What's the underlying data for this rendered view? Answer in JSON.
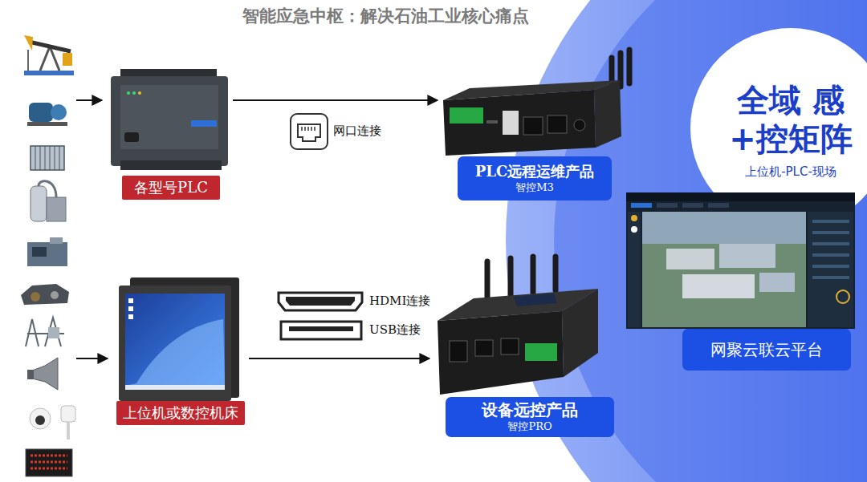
{
  "diagram": {
    "title": "智能应急中枢：解决石油工业核心痛点",
    "nodes": [
      {
        "text": [
          "各型号PLC"
        ]
      },
      {
        "text": [
          "PLC远程运维产品",
          "智控M3"
        ]
      },
      {
        "text": [
          "全域 感+控矩阵",
          "上位机-PLC-现场"
        ]
      },
      {
        "text": [
          "上位机或数控机床"
        ]
      },
      {
        "text": [
          "设备远控产品",
          "智控PRO"
        ]
      },
      {
        "text": [
          "网聚云联云平台"
        ]
      }
    ],
    "edges": [
      {
        "from": 0,
        "to": 1,
        "arrow": "to",
        "label": "网口连接"
      },
      {
        "from": 3,
        "to": 4,
        "arrow": "to"
      }
    ],
    "labels": [
      "HDMI连接",
      "USB连接"
    ]
  }
}
